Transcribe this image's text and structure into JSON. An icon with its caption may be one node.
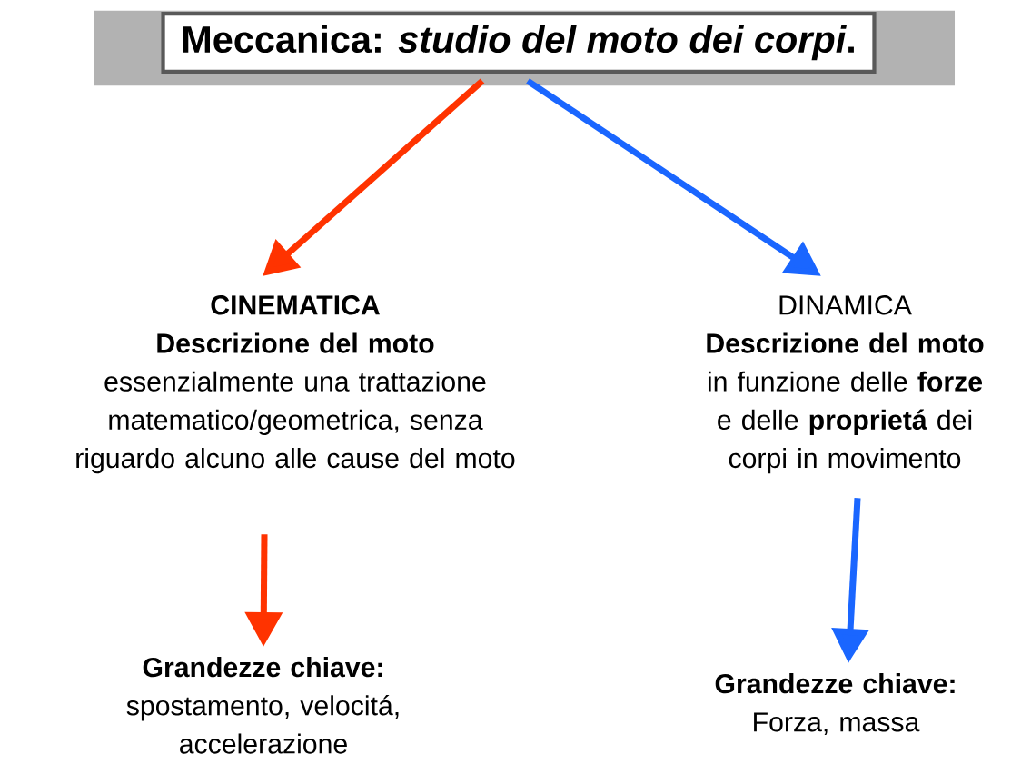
{
  "diagram": {
    "nodes": [
      {
        "text": [
          "Meccanica: *studio del moto dei corpi*."
        ]
      },
      {
        "text": [
          "CINEMATICA",
          "Descrizione del moto",
          "essenzialmente una trattazione matematico/geometrica, senza riguardo alcuno alle cause del moto"
        ]
      },
      {
        "text": [
          "DINAMICA",
          "**Descrizione del moto** in funzione delle **forze** e delle **proprietá** dei corpi in movimento"
        ]
      },
      {
        "text": [
          "**Grandezze chiave:** spostamento, velocitá, accelerazione"
        ]
      },
      {
        "text": [
          "**Grandezze chiave:** Forza, massa"
        ]
      }
    ],
    "edges": [
      {
        "from": 0,
        "to": 1,
        "arrow": "to",
        "color": "#ff3300"
      },
      {
        "from": 0,
        "to": 2,
        "arrow": "to",
        "color": "#1a66ff"
      },
      {
        "from": 1,
        "to": 3,
        "arrow": "to",
        "color": "#ff3300"
      },
      {
        "from": 2,
        "to": 4,
        "arrow": "to",
        "color": "#1a66ff"
      }
    ]
  }
}
